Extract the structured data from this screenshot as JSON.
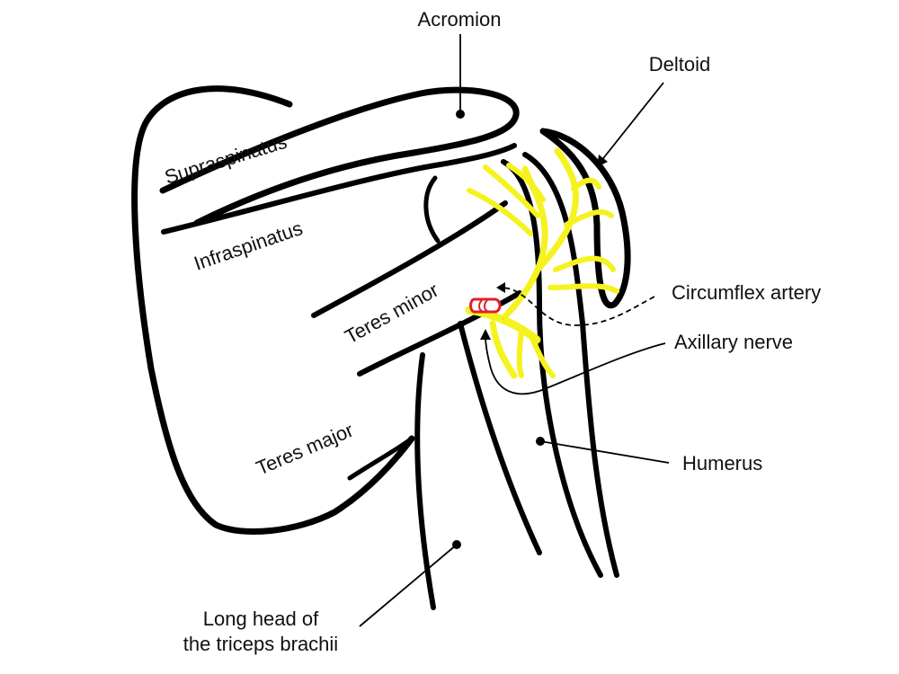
{
  "labels": {
    "acromion": "Acromion",
    "deltoid": "Deltoid",
    "supraspinatus": "Supraspinatus",
    "infraspinatus": "Infraspinatus",
    "teres_minor": "Teres minor",
    "teres_major": "Teres major",
    "circumflex_artery": "Circumflex artery",
    "axillary_nerve": "Axillary nerve",
    "humerus": "Humerus",
    "long_head_line1": "Long head of",
    "long_head_line2": "the triceps brachii"
  },
  "colors": {
    "outline": "#000000",
    "nerve": "#f5f220",
    "artery": "#e0202a",
    "background": "#ffffff"
  }
}
